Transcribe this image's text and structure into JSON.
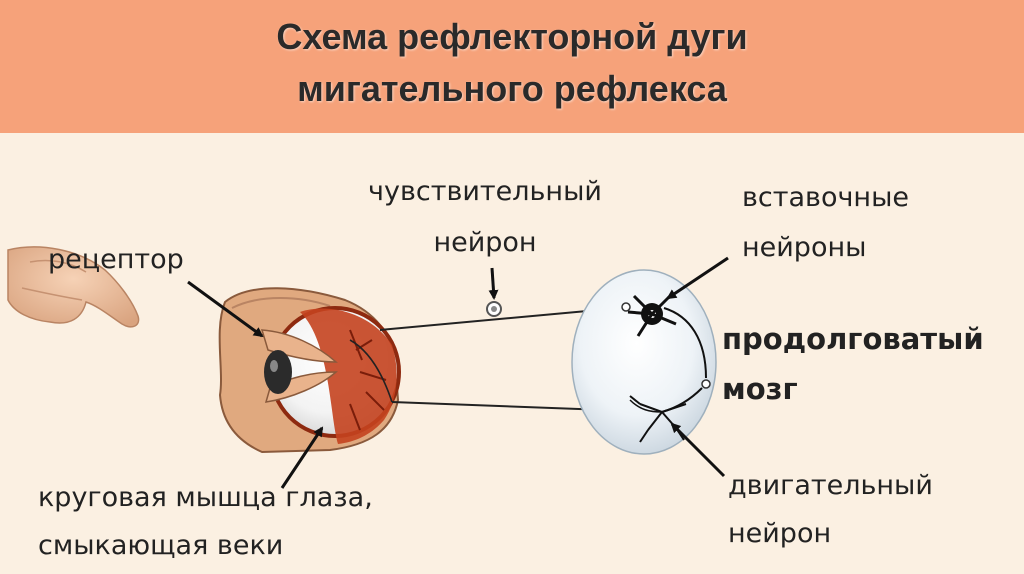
{
  "title": {
    "line1": "Схема рефлекторной дуги",
    "line2": "мигательного рефлекса"
  },
  "labels": {
    "receptor": "рецептор",
    "sensory_neuron_1": "чувствительный",
    "sensory_neuron_2": "нейрон",
    "interneurons_1": "вставочные",
    "interneurons_2": "нейроны",
    "medulla_1": "продолговатый",
    "medulla_2": "мозг",
    "motor_neuron_1": "двигательный",
    "motor_neuron_2": "нейрон",
    "muscle_1": "круговая мышца глаза,",
    "muscle_2": "смыкающая веки"
  },
  "colors": {
    "title_band": "#f6a27a",
    "background": "#fbf0e2",
    "text": "#222222"
  }
}
